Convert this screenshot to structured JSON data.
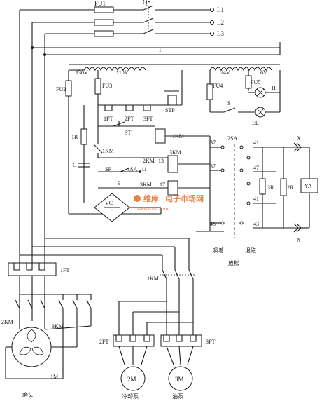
{
  "labels": {
    "fu1": "FU1",
    "qs": "QS",
    "l1": "L1",
    "l2": "L2",
    "l3": "L3",
    "t": "T",
    "v130": "130V",
    "v110": "110V",
    "v24": "24V",
    "v6": "6V",
    "fu2": "FU2",
    "fu3": "FU3",
    "fu4": "FU4",
    "fu5": "FU5",
    "h": "H",
    "s": "S",
    "el": "EL",
    "ft1": "1FT",
    "ft2": "2FT",
    "ft3": "3FT",
    "stp": "STP",
    "st": "ST",
    "r1": "1R",
    "km1_coil": "1KM",
    "km1_contact": "1KM",
    "c": "C",
    "km3_coil": "3KM",
    "km2_contact": "2KM",
    "sp": "SP",
    "sa1": "1SA",
    "n11": "11",
    "n13": "13",
    "n9": "9",
    "km3_contact": "3KM",
    "n17": "17",
    "vc": "VC",
    "sa2": "2SA",
    "n37a": "37",
    "n37b": "37",
    "n45": "45",
    "n41a": "41",
    "n47": "47",
    "n41b": "41",
    "n43": "43",
    "r3": "3R",
    "r2": "2R",
    "ya": "YA",
    "xa": "X",
    "xb": "X",
    "xizhe": "吸着",
    "tuici": "退磁",
    "fangsong": "放松",
    "ft1_main": "1FT",
    "km1_main": "1KM",
    "km2_main": "2KM",
    "km3_main": "3KM",
    "m1": "1M",
    "motu": "磨头",
    "ft2_main": "2FT",
    "ft3_main": "3FT",
    "m2": "2M",
    "m3": "3M",
    "lengque": "冷却泵",
    "youbeng": "油泵"
  },
  "watermark": {
    "brand": "维库",
    "site": "电子市场网",
    "url": "www.dzsc.com"
  }
}
